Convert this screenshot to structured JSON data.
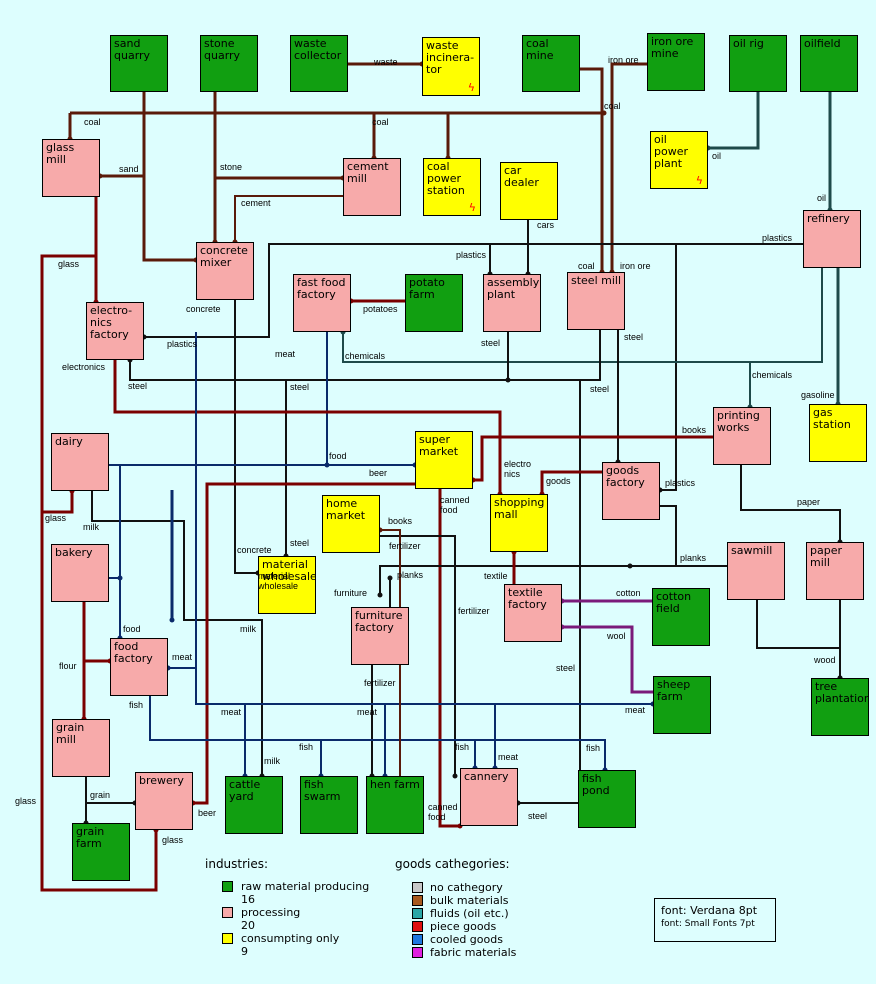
{
  "colors": {
    "raw": "#119f11",
    "processing": "#f7aaaa",
    "consumer": "#ffff00",
    "bulk": "#5a1a0a",
    "bulk_highlight": "#f0c070",
    "fluid": "#1e4a4a",
    "piece": "#7a0000",
    "cooled": "#0a2a6a",
    "fabric": "#7a1a7a",
    "none": "#111111",
    "legend_none": "#c8c8c8",
    "legend_bulk": "#a85a1e",
    "legend_fluid": "#2aa6a6",
    "legend_piece": "#e01010",
    "legend_cooled": "#1e78e0",
    "legend_fabric": "#e020e0",
    "power_icon": "#ff0000"
  },
  "nodes": [
    {
      "id": "sand_quarry",
      "name": "sand\nquarry",
      "type": "raw"
    },
    {
      "id": "stone_quarry",
      "name": "stone\nquarry",
      "type": "raw"
    },
    {
      "id": "waste_collector",
      "name": "waste\ncollector",
      "type": "raw"
    },
    {
      "id": "waste_incinerator",
      "name": "waste\nincinera-\ntor",
      "type": "consumer",
      "icon": "power-icon"
    },
    {
      "id": "coal_mine",
      "name": "coal\nmine",
      "type": "raw"
    },
    {
      "id": "iron_ore_mine",
      "name": "iron ore\nmine",
      "type": "raw"
    },
    {
      "id": "oil_rig",
      "name": "oil rig",
      "type": "raw"
    },
    {
      "id": "oilfield",
      "name": "oilfield",
      "type": "raw"
    },
    {
      "id": "glass_mill",
      "name": "glass\nmill",
      "type": "processing"
    },
    {
      "id": "cement_mill",
      "name": "cement\nmill",
      "type": "processing"
    },
    {
      "id": "coal_power_station",
      "name": "coal\npower\nstation",
      "type": "consumer",
      "icon": "power-icon"
    },
    {
      "id": "car_dealer",
      "name": "car\ndealer",
      "type": "consumer"
    },
    {
      "id": "oil_power_plant",
      "name": "oil\npower\nplant",
      "type": "consumer",
      "icon": "power-icon"
    },
    {
      "id": "refinery",
      "name": "refinery",
      "type": "processing"
    },
    {
      "id": "concrete_mixer",
      "name": "concrete\nmixer",
      "type": "processing"
    },
    {
      "id": "fast_food_factory",
      "name": "fast food\nfactory",
      "type": "processing"
    },
    {
      "id": "potato_farm",
      "name": "potato\nfarm",
      "type": "raw"
    },
    {
      "id": "assembly_plant",
      "name": "assembly\nplant",
      "type": "processing"
    },
    {
      "id": "steel_mill",
      "name": "steel mill",
      "type": "processing"
    },
    {
      "id": "electronics_factory",
      "name": "electro-\nnics\nfactory",
      "type": "processing"
    },
    {
      "id": "dairy",
      "name": "dairy",
      "type": "processing"
    },
    {
      "id": "super_market",
      "name": "super\nmarket",
      "type": "consumer"
    },
    {
      "id": "printing_works",
      "name": "printing\nworks",
      "type": "processing"
    },
    {
      "id": "gas_station",
      "name": "gas\nstation",
      "type": "consumer"
    },
    {
      "id": "goods_factory",
      "name": "goods\nfactory",
      "type": "processing"
    },
    {
      "id": "home_market",
      "name": "home\nmarket",
      "type": "consumer"
    },
    {
      "id": "shopping_mall",
      "name": "shopping\nmall",
      "type": "consumer"
    },
    {
      "id": "bakery",
      "name": "bakery",
      "type": "processing"
    },
    {
      "id": "material_wholesale",
      "name": "material\nwholesale",
      "type": "consumer"
    },
    {
      "id": "sawmill",
      "name": "sawmill",
      "type": "processing"
    },
    {
      "id": "paper_mill",
      "name": "paper\nmill",
      "type": "processing"
    },
    {
      "id": "furniture_factory",
      "name": "furniture\nfactory",
      "type": "processing"
    },
    {
      "id": "textile_factory",
      "name": "textile\nfactory",
      "type": "processing"
    },
    {
      "id": "cotton_field",
      "name": "cotton\nfield",
      "type": "raw"
    },
    {
      "id": "food_factory",
      "name": "food\nfactory",
      "type": "processing"
    },
    {
      "id": "sheep_farm",
      "name": "sheep\nfarm",
      "type": "raw"
    },
    {
      "id": "tree_plantation",
      "name": "tree\nplantation",
      "type": "raw"
    },
    {
      "id": "grain_mill",
      "name": "grain\nmill",
      "type": "processing"
    },
    {
      "id": "brewery",
      "name": "brewery",
      "type": "processing"
    },
    {
      "id": "cattle_yard",
      "name": "cattle\nyard",
      "type": "raw"
    },
    {
      "id": "fish_swarm",
      "name": "fish\nswarm",
      "type": "raw"
    },
    {
      "id": "hen_farm",
      "name": "hen farm",
      "type": "raw"
    },
    {
      "id": "cannery",
      "name": "cannery",
      "type": "processing"
    },
    {
      "id": "fish_pond",
      "name": "fish\npond",
      "type": "raw"
    },
    {
      "id": "grain_farm",
      "name": "grain\nfarm",
      "type": "raw"
    }
  ],
  "edge_labels": [
    "waste",
    "coal",
    "iron ore",
    "coal",
    "coal",
    "sand",
    "stone",
    "oil",
    "cement",
    "oil",
    "cars",
    "plastics",
    "glass",
    "plastics",
    "coal",
    "iron ore",
    "potatoes",
    "concrete",
    "plastics",
    "meat",
    "chemicals",
    "steel",
    "steel",
    "electronics",
    "steel",
    "chemicals",
    "steel",
    "gasoline",
    "books",
    "steel",
    "food",
    "beer",
    "electro\nnics",
    "glass",
    "milk",
    "goods",
    "plastics",
    "canned\nfood",
    "books",
    "paper",
    "concrete",
    "steel",
    "fertilizer",
    "planks",
    "material\nwholesale",
    "furniture",
    "planks",
    "textile",
    "cotton",
    "food",
    "milk",
    "flour",
    "meat",
    "wool",
    "fertilizer",
    "wood",
    "fish",
    "steel",
    "meat",
    "meat",
    "meat",
    "fertilizer",
    "fish",
    "fish",
    "meat",
    "fish",
    "milk",
    "grain",
    "beer",
    "glass",
    "canned\nfood",
    "steel",
    "glass"
  ],
  "legend": {
    "industries_title": "industries:",
    "industries": [
      {
        "label": "raw material producing",
        "count": "16",
        "color": "#119f11"
      },
      {
        "label": "processing",
        "count": "20",
        "color": "#f7aaaa"
      },
      {
        "label": "consumpting only",
        "count": "9",
        "color": "#ffff00"
      }
    ],
    "goods_title": "goods cathegories:",
    "goods": [
      {
        "label": "no cathegory",
        "color": "#c8c8c8"
      },
      {
        "label": "bulk materials",
        "color": "#a85a1e"
      },
      {
        "label": "fluids (oil etc.)",
        "color": "#2aa6a6"
      },
      {
        "label": "piece goods",
        "color": "#e01010"
      },
      {
        "label": "cooled goods",
        "color": "#1e78e0"
      },
      {
        "label": "fabric materials",
        "color": "#e020e0"
      }
    ],
    "font_line_1": "font: Verdana 8pt",
    "font_line_2": "font: Small Fonts 7pt"
  }
}
